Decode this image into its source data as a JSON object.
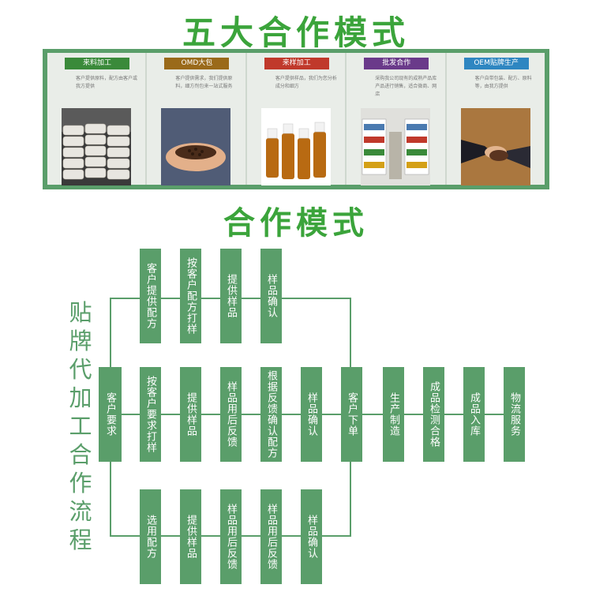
{
  "header": {
    "title": "五大合作模式"
  },
  "modes": [
    {
      "label": "来料加工",
      "color": "#3a8a3a",
      "desc": "客户提供原料，配方由客户或我方提供",
      "image": "warehouse-sacks-image"
    },
    {
      "label": "OMD大包",
      "color": "#9a6a1a",
      "desc": "客户提供需求，我们提供原料，细方剂包来一站式服务",
      "image": "hands-holding-seeds-image"
    },
    {
      "label": "来样加工",
      "color": "#c0392b",
      "desc": "客户提供样品，我们为您分析成分和细方",
      "image": "amber-bottles-image"
    },
    {
      "label": "批发合作",
      "color": "#6a3a8a",
      "desc": "采购我公司现有的成熟产品库产品进行销售，适合微商、网店",
      "image": "store-shelves-image"
    },
    {
      "label": "OEM贴牌生产",
      "color": "#2e86c1",
      "desc": "客户自带包装、配方、原料等，由我方提供",
      "image": "handshake-image"
    }
  ],
  "section2": {
    "title": "合作模式"
  },
  "flow": {
    "side_title": "贴牌代加工合作流程",
    "start": "客户要求",
    "top_branch": [
      "客户提供配方",
      "按客户配方打样",
      "提供样品",
      "样品确认"
    ],
    "middle_branch": [
      "按客户要求打样",
      "提供样品",
      "样品用后反馈",
      "根据反馈确认配方",
      "样品确认"
    ],
    "bottom_branch": [
      "选用配方",
      "提供样品",
      "样品用后反馈",
      "样品用后反馈",
      "样品确认"
    ],
    "merge": "客户下单",
    "tail": [
      "生产制造",
      "成品检测合格",
      "成品入库",
      "物流服务"
    ]
  },
  "colors": {
    "green_title": "#3ba43b",
    "flow_green": "#5a9e6a"
  }
}
